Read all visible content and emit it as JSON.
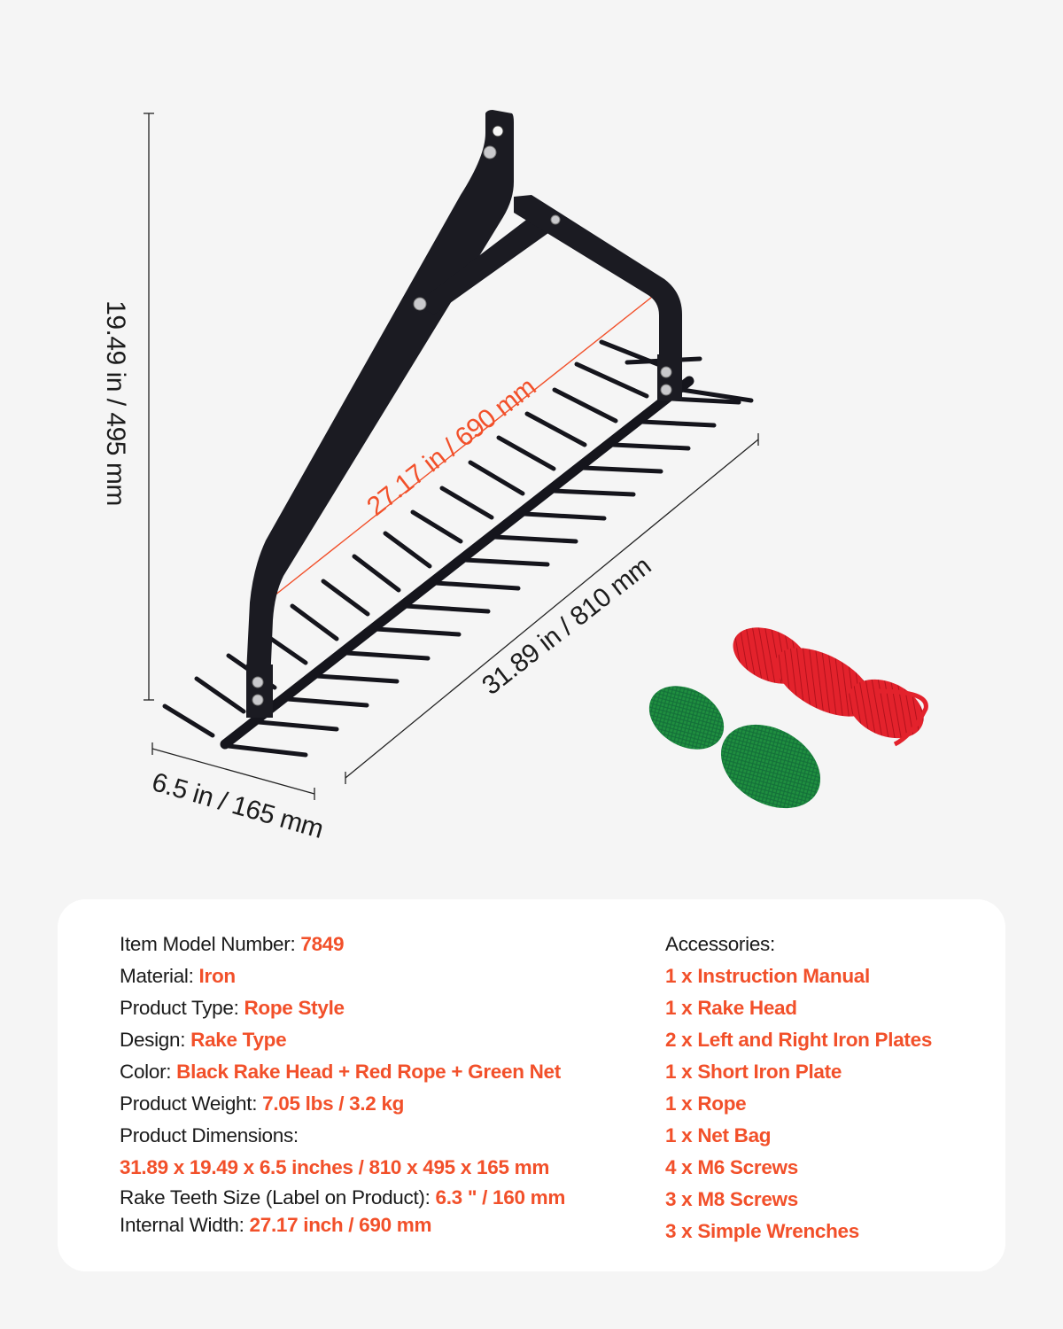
{
  "figure": {
    "dimensions": {
      "height": "19.49 in / 495 mm",
      "internal_width": "27.17 in / 690 mm",
      "length": "31.89 in / 810 mm",
      "depth": "6.5 in / 165 mm"
    },
    "objects": [
      "rake-head",
      "red-rope",
      "green-net-bag"
    ],
    "colors": {
      "background": "#f5f5f5",
      "rake": "#1b1b22",
      "accent": "#f2502a",
      "rope": "#e0202a",
      "net": "#1f8f3f"
    }
  },
  "specs": {
    "model": {
      "label": "Item Model Number: ",
      "value": "7849"
    },
    "material": {
      "label": "Material: ",
      "value": "Iron"
    },
    "type": {
      "label": "Product Type: ",
      "value": "Rope Style"
    },
    "design": {
      "label": "Design: ",
      "value": "Rake Type"
    },
    "color": {
      "label": "Color: ",
      "value": "Black Rake Head + Red Rope + Green Net"
    },
    "weight": {
      "label": "Product Weight: ",
      "value": "7.05 lbs / 3.2 kg"
    },
    "dimensions": {
      "label": "Product Dimensions:",
      "value": "31.89 x 19.49 x 6.5 inches / 810 x 495 x 165 mm"
    },
    "teeth": {
      "label": "Rake Teeth Size (Label on Product): ",
      "value": "6.3 \" / 160 mm"
    },
    "internal_width": {
      "label": "Internal Width: ",
      "value": "27.17 inch / 690 mm"
    }
  },
  "accessories": {
    "title": "Accessories:",
    "items": [
      "1 x Instruction Manual",
      "1 x Rake Head",
      "2 x Left and Right Iron Plates",
      "1 x Short Iron Plate",
      "1 x Rope",
      "1 x Net Bag",
      "4 x M6 Screws",
      "3 x M8 Screws",
      "3 x Simple Wrenches"
    ]
  }
}
